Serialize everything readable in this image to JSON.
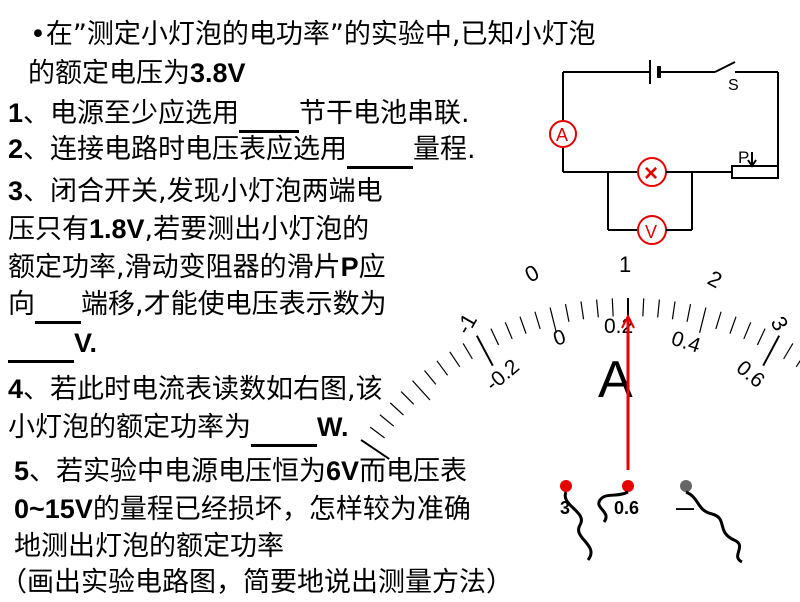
{
  "intro": {
    "line1_pre": "•在”测定小灯泡的电功率”的实验中,",
    "line1_post": "已知小灯泡",
    "line2_pre": "的额定电压为",
    "line2_value": "3.8V"
  },
  "q1": {
    "num": "1",
    "text_pre": "、电源至少应选用",
    "text_post": "节干电池串联."
  },
  "q2": {
    "num": "2",
    "text_pre": "、连接电路时电压表应选用",
    "text_post": "量程."
  },
  "q3": {
    "num": "3",
    "line1": "、闭合开关,发现小灯泡两端电",
    "line2_pre": "压只有",
    "line2_value": "1.8V",
    "line2_post": ",若要测出小灯泡的",
    "line3_pre": "额定功率,滑动变阻器的滑片",
    "line3_p": "P",
    "line3_post": "应",
    "line4_pre": "向",
    "line4_post": "端移,才能使电压表示数为",
    "line5_unit": "V."
  },
  "q4": {
    "num": "4",
    "line1": "、若此时电流表读数如右图,该",
    "line2_pre": "小灯泡的额定功率为",
    "line2_unit": "W."
  },
  "q5": {
    "num": "5",
    "line1_pre": "、若实验中电源电压恒为",
    "line1_value": "6V",
    "line1_post": "而电压表",
    "line2_range": "0~15V",
    "line2_post": "的量程已经损坏，怎样较为准确",
    "line3": "地测出灯泡的额定功率",
    "line4": "（画出实验电路图，简要地说出测量方法）"
  },
  "circuit": {
    "switch_label": "S",
    "ammeter_label": "A",
    "voltmeter_label": "V",
    "lamp_symbol": "×",
    "slider_label": "P"
  },
  "meter": {
    "unit_label": "A",
    "upper_ticks": [
      "-1",
      "0",
      "1",
      "2",
      "3"
    ],
    "lower_ticks": [
      "-0.2",
      "0",
      "0.2",
      "0.4",
      "0.6"
    ],
    "terminal_labels": [
      "3",
      "0.6",
      "—"
    ],
    "colors": {
      "needle": "#e60000",
      "terminal_red": "#e60000",
      "terminal_black": "#666666"
    }
  }
}
